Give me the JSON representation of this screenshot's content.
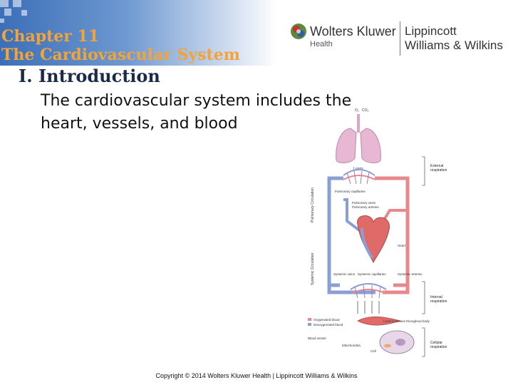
{
  "slide": {
    "chapter_line1": "Chapter 11",
    "chapter_line2": "The Cardiovascular System",
    "heading": "I. Introduction",
    "body": "The cardiovascular system includes the heart, vessels, and blood",
    "copyright": "Copyright © 2014 Wolters Kluwer Health | Lippincott Williams & Wilkins"
  },
  "logo": {
    "brand": "Wolters Kluwer",
    "sub": "Health",
    "partner_line1": "Lippincott",
    "partner_line2": "Williams & Wilkins"
  },
  "figure": {
    "labels": {
      "lungs": "Lungs",
      "pulmonary_capillaries": "Pulmonary capillaries",
      "pulmonary_veins": "Pulmonary veins",
      "pulmonary_arteries": "Pulmonary arteries",
      "heart": "Heart",
      "systemic_veins": "Systemic veins",
      "systemic_capillaries": "Systemic capillaries",
      "systemic_arteries": "Systemic arteries",
      "oxygenated": "Oxygenated blood",
      "deoxygenated": "Deoxygenated blood",
      "blood_vessel": "Blood vessel",
      "lined_in_tissues": "Lined in tissues throughout body",
      "mitochondria": "Mitochondria",
      "cell": "Cell",
      "pulmonary_circulation": "Pulmonary Circulation",
      "systemic_circulation": "Systemic Circulation",
      "external_1": "External",
      "external_2": "respiration",
      "internal_1": "Internal",
      "internal_2": "respiration",
      "cellular_1": "Cellular",
      "cellular_2": "respiration",
      "o2": "O₂",
      "co2": "CO₂"
    },
    "colors": {
      "oxygenated": "#e8888a",
      "deoxygenated": "#8a9fd6",
      "lungs": "#e7b7d3",
      "heart": "#e06a68"
    }
  }
}
